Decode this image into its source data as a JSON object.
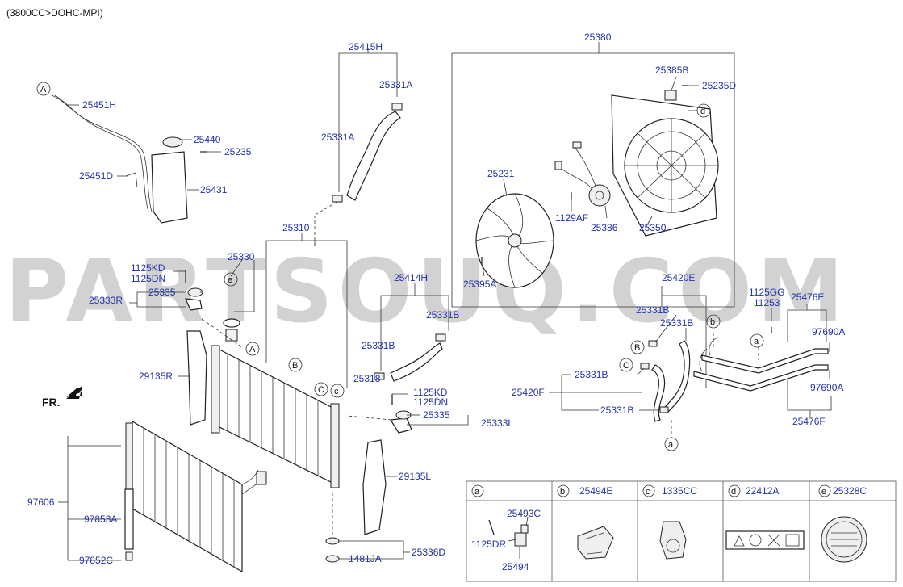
{
  "header": {
    "engine": "(3800CC>DOHC-MPI)"
  },
  "watermark": "PARTSOUQ.COM",
  "direction": {
    "label": "FR."
  },
  "colors": {
    "label_blue": "#2233aa",
    "line": "#333333",
    "watermark": "#d2d2d2"
  },
  "bubbles": {
    "a": "a",
    "b": "b",
    "c": "c",
    "d": "d",
    "e": "e",
    "A": "A",
    "B": "B",
    "C": "C"
  },
  "labels": {
    "p25380": "25380",
    "p25385B": "25385B",
    "p25235D": "25235D",
    "p25231": "25231",
    "p1129AF": "1129AF",
    "p25386": "25386",
    "p25350": "25350",
    "p25395A": "25395A",
    "p25415H": "25415H",
    "p25331A_1": "25331A",
    "p25331A_2": "25331A",
    "p25451H": "25451H",
    "p25440": "25440",
    "p25235": "25235",
    "p25451D": "25451D",
    "p25431": "25431",
    "p25310": "25310",
    "p25330": "25330",
    "p1125KD_1": "1125KD",
    "p1125DN_1": "1125DN",
    "p25335_1": "25335",
    "p25333R": "25333R",
    "p29135R": "29135R",
    "p25414H": "25414H",
    "p25331B_1": "25331B",
    "p25331B_2": "25331B",
    "p25318": "25318",
    "p1125KD_2": "1125KD",
    "p1125DN_2": "1125DN",
    "p25335_2": "25335",
    "p25333L": "25333L",
    "p29135L": "29135L",
    "p97606": "97606",
    "p97853A": "97853A",
    "p97852C": "97852C",
    "p1481JA": "1481JA",
    "p25336D": "25336D",
    "p25420E": "25420E",
    "p25331B_3": "25331B",
    "p25331B_4": "25331B",
    "p25331B_5": "25331B",
    "p25331B_6": "25331B",
    "p25420F": "25420F",
    "p1125GG": "1125GG",
    "p11253": "11253",
    "p25476E": "25476E",
    "p97690A_1": "97690A",
    "p97690A_2": "97690A",
    "p25476F": "25476F"
  },
  "table": {
    "headers": [
      {
        "key": "a",
        "part": ""
      },
      {
        "key": "b",
        "part": "25494E"
      },
      {
        "key": "c",
        "part": "1335CC"
      },
      {
        "key": "d",
        "part": "22412A"
      },
      {
        "key": "e",
        "part": "25328C"
      }
    ],
    "cell_a": {
      "p25493C": "25493C",
      "p1125DR": "1125DR",
      "p25494": "25494"
    }
  }
}
